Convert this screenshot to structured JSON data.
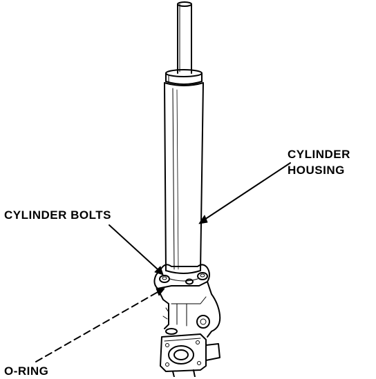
{
  "labels": {
    "cylinder_housing_line1": "CYLINDER",
    "cylinder_housing_line2": "HOUSING",
    "cylinder_bolts": "CYLINDER BOLTS",
    "o_ring": "O-RING"
  },
  "colors": {
    "ink": "#000000",
    "paper": "#ffffff"
  }
}
